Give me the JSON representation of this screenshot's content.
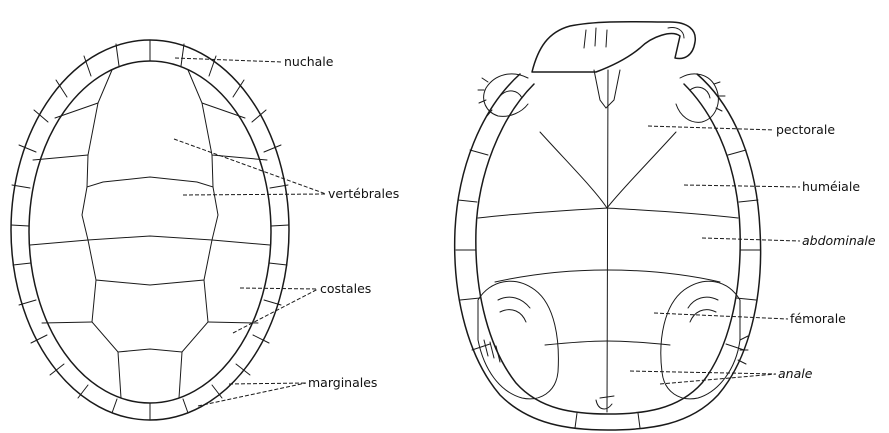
{
  "carapace": {
    "nuchale": "nuchale",
    "vertebrales": "vertébrales",
    "costales": "costales",
    "marginales": "marginales"
  },
  "plastron": {
    "pectorale": "pectorale",
    "humerale": "huméiale",
    "abdominale": "abdominale",
    "femorale": "fémorale",
    "anale": "anale"
  }
}
